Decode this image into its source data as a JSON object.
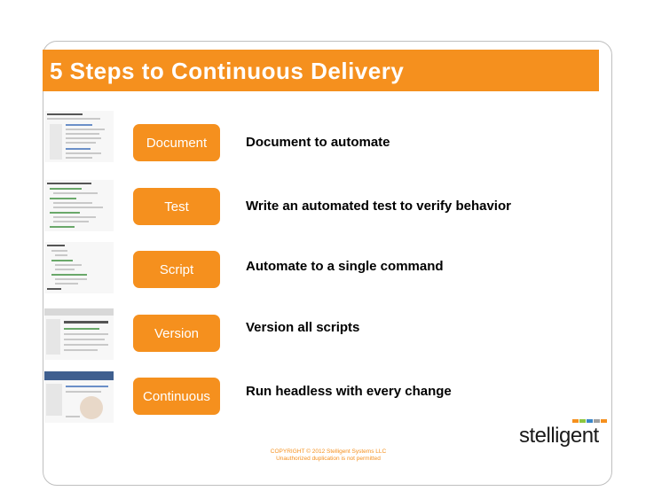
{
  "slide": {
    "title": "5 Steps to Continuous Delivery",
    "steps": [
      {
        "button_label": "Document",
        "description": "Document to automate"
      },
      {
        "button_label": "Test",
        "description": "Write an automated test to verify behavior"
      },
      {
        "button_label": "Script",
        "description": "Automate to a single command"
      },
      {
        "button_label": "Version",
        "description": "Version all scripts"
      },
      {
        "button_label": "Continuous",
        "description": "Run headless with every change"
      }
    ],
    "thumbnails": [
      "document-screenshot",
      "test-code-screenshot",
      "script-code-screenshot",
      "version-tool-screenshot",
      "jenkins-screenshot"
    ]
  },
  "footer": {
    "logo_text": "stelligent",
    "copyright_line1": "COPYRIGHT © 2012 Stelligent Systems LLC",
    "copyright_line2": "Unauthorized duplication is not permitted"
  },
  "colors": {
    "accent": "#f5901e",
    "logo_bars": [
      "#f5901e",
      "#8cc63f",
      "#3a86c8",
      "#a0a0a0",
      "#f5901e"
    ]
  }
}
